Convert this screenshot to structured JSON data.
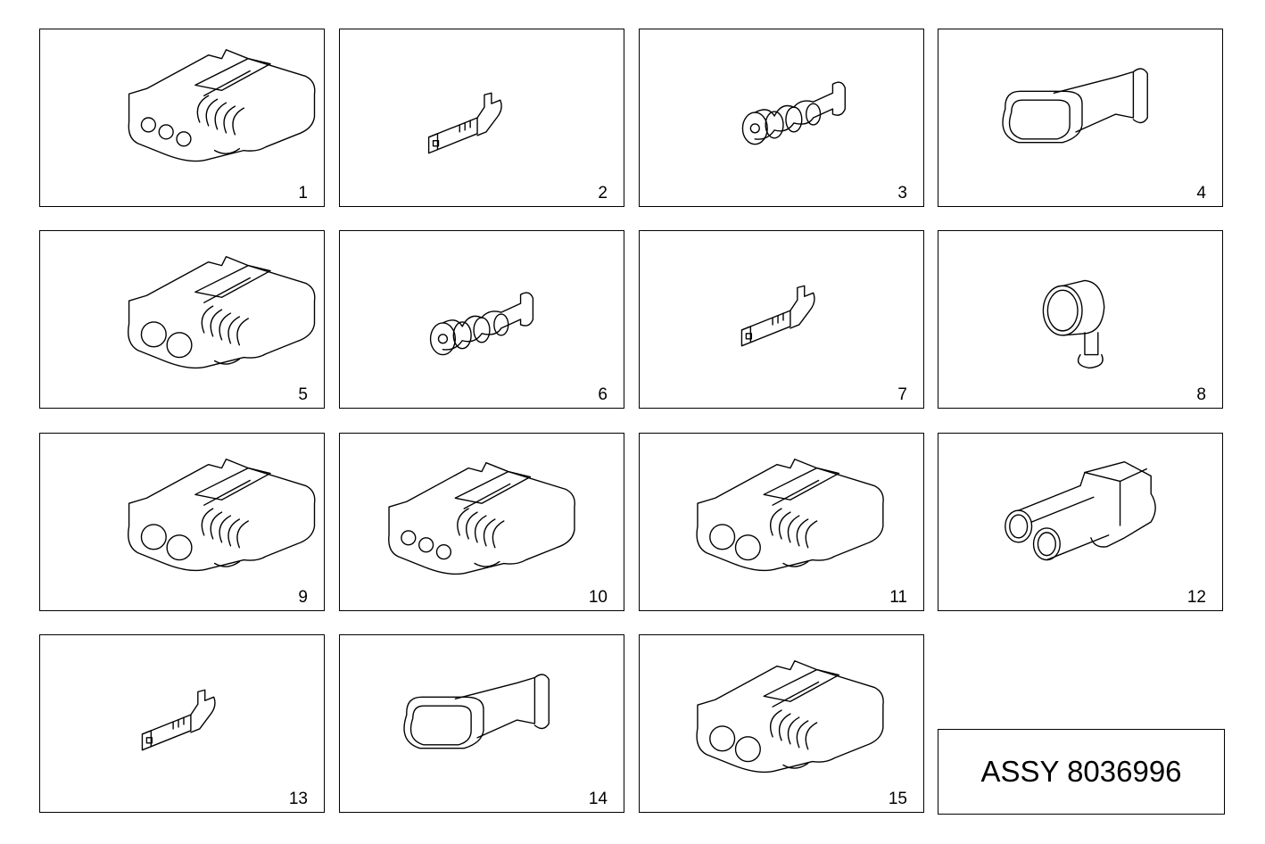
{
  "parts": [
    {
      "number": "1",
      "kind": "connector-3-way"
    },
    {
      "number": "2",
      "kind": "terminal"
    },
    {
      "number": "3",
      "kind": "seal"
    },
    {
      "number": "4",
      "kind": "boot"
    },
    {
      "number": "5",
      "kind": "connector-2-way"
    },
    {
      "number": "6",
      "kind": "seal"
    },
    {
      "number": "7",
      "kind": "terminal"
    },
    {
      "number": "8",
      "kind": "cap"
    },
    {
      "number": "9",
      "kind": "connector-2-way"
    },
    {
      "number": "10",
      "kind": "connector-3-way"
    },
    {
      "number": "11",
      "kind": "connector-2-way"
    },
    {
      "number": "12",
      "kind": "connector-male-2-way"
    },
    {
      "number": "13",
      "kind": "terminal"
    },
    {
      "number": "14",
      "kind": "boot"
    },
    {
      "number": "15",
      "kind": "connector-2-way"
    }
  ],
  "assembly_label": "ASSY 8036996"
}
